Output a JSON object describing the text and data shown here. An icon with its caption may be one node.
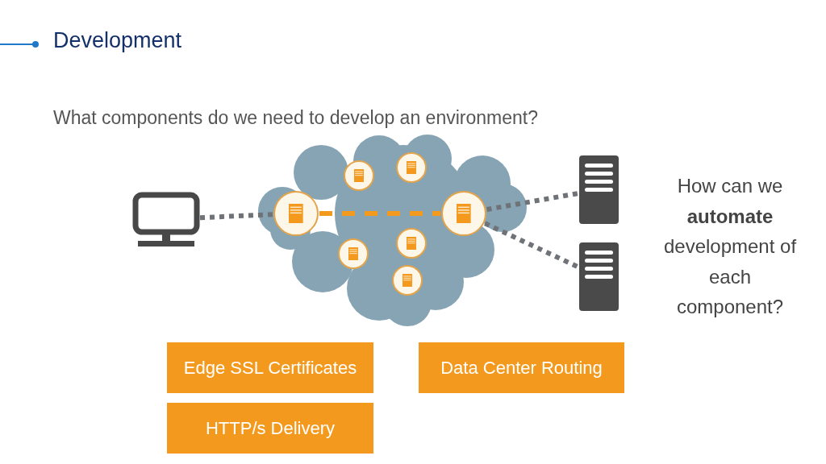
{
  "diagram": {
    "title": "Development",
    "nodes": [
      {
        "text": [],
        "shape": "monitor"
      },
      {
        "text": [],
        "shape": "cloud"
      },
      {
        "text": [],
        "shape": "circle",
        "in": 1
      },
      {
        "text": [],
        "shape": "circle",
        "in": 1
      },
      {
        "text": [],
        "shape": "circle",
        "in": 1
      },
      {
        "text": [],
        "shape": "circle",
        "in": 1
      },
      {
        "text": [],
        "shape": "circle",
        "in": 1
      },
      {
        "text": [],
        "shape": "circle",
        "in": 1
      },
      {
        "text": [],
        "shape": "circle",
        "in": 1
      },
      {
        "text": [],
        "shape": "server"
      },
      {
        "text": [],
        "shape": "server"
      },
      {
        "text": [
          "Edge SSL Certificates"
        ]
      },
      {
        "text": [
          "Data Center Routing"
        ]
      },
      {
        "text": [
          "HTTP/s Delivery"
        ]
      }
    ],
    "edges": [
      {
        "from": 0,
        "to": 4,
        "arrow": "none",
        "style": "dashed"
      },
      {
        "from": 4,
        "to": 5,
        "arrow": "none",
        "style": "dashed",
        "color": "#f39a1e"
      },
      {
        "from": 5,
        "to": 9,
        "arrow": "none",
        "style": "dashed"
      },
      {
        "from": 5,
        "to": 10,
        "arrow": "none",
        "style": "dashed"
      }
    ],
    "labels": [
      "What components do we need to develop an environment?",
      "How can we **automate** development of each component?"
    ]
  }
}
